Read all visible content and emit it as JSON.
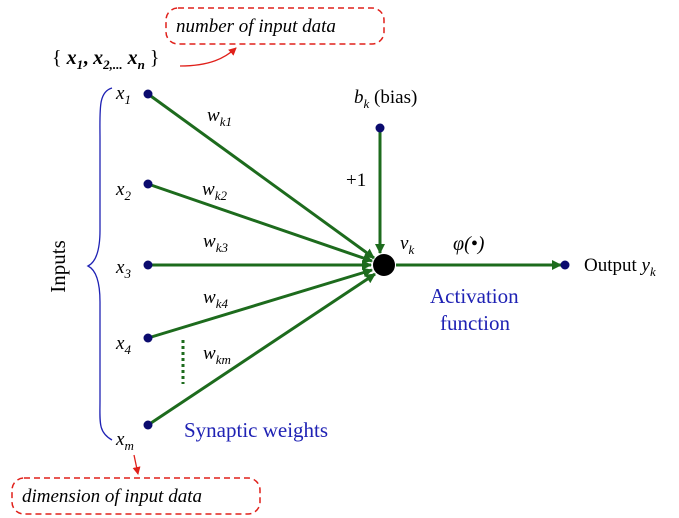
{
  "callouts": {
    "top": "number of input data",
    "bottom": "dimension of input data"
  },
  "input_set": {
    "open": "{",
    "x1": "x",
    "x1_sub": "1",
    "x2": "x",
    "x2_sub": "2,...",
    "xn": "x",
    "xn_sub": "n",
    "close": "}"
  },
  "inputs_label": "Inputs",
  "inputs": [
    {
      "name": "x",
      "sub": "1"
    },
    {
      "name": "x",
      "sub": "2"
    },
    {
      "name": "x",
      "sub": "3"
    },
    {
      "name": "x",
      "sub": "4"
    },
    {
      "name": "x",
      "sub": "m"
    }
  ],
  "weights": [
    {
      "name": "w",
      "sub": "k1"
    },
    {
      "name": "w",
      "sub": "k2"
    },
    {
      "name": "w",
      "sub": "k3"
    },
    {
      "name": "w",
      "sub": "k4"
    },
    {
      "name": "w",
      "sub": "km"
    }
  ],
  "bias": {
    "name": "b",
    "sub": "k",
    "suffix": " (bias)",
    "plus_one": "+1"
  },
  "node": {
    "name": "v",
    "sub": "k"
  },
  "activation": {
    "symbol": "φ(•)",
    "line1": "Activation",
    "line2": "function"
  },
  "output": {
    "text": "Output ",
    "name": "y",
    "sub": "k"
  },
  "synaptic_label": "Synaptic weights",
  "colors": {
    "arrow": "#1d6b1d",
    "node": "#000000",
    "input_dot": "#0b0b6e",
    "accent_text": "#1f22b4",
    "callout_border": "#e0201a",
    "brace": "#1f22b4"
  }
}
